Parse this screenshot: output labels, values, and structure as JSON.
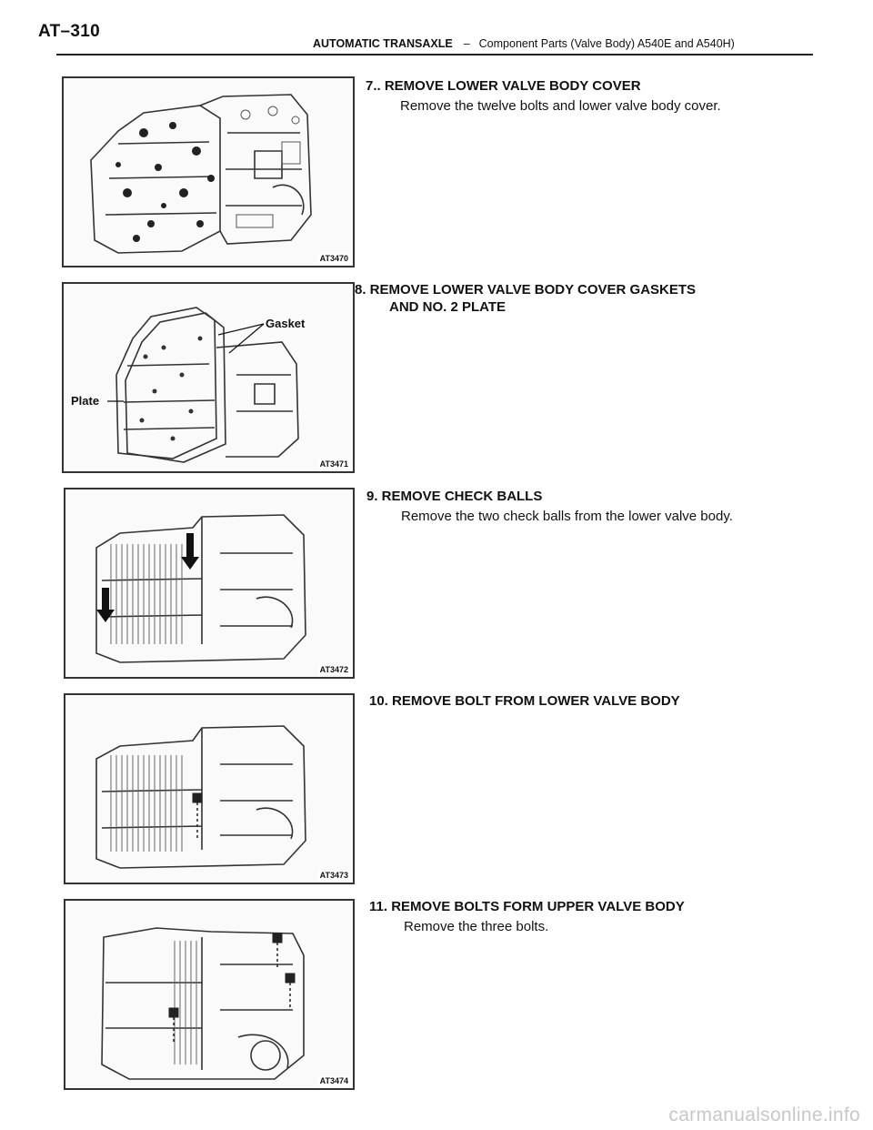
{
  "header": {
    "page_number": "AT–310",
    "section": "AUTOMATIC TRANSAXLE",
    "separator": "–",
    "subsection": "Component Parts (Valve Body) A540E and A540H)"
  },
  "steps": [
    {
      "heading": "7.. REMOVE LOWER VALVE BODY COVER",
      "instruction": "Remove the twelve bolts and lower valve body cover.",
      "figure_code": "AT3470"
    },
    {
      "heading": "8. REMOVE LOWER VALVE BODY COVER GASKETS",
      "heading_line2": "AND NO. 2 PLATE",
      "figure_code": "AT3471",
      "callouts": {
        "gasket": "Gasket",
        "plate": "Plate"
      }
    },
    {
      "heading": "9. REMOVE CHECK BALLS",
      "instruction": "Remove the two check balls from the lower valve body.",
      "figure_code": "AT3472"
    },
    {
      "heading": "10. REMOVE BOLT FROM LOWER VALVE BODY",
      "figure_code": "AT3473"
    },
    {
      "heading": "11. REMOVE BOLTS FORM UPPER VALVE BODY",
      "instruction": "Remove the three bolts.",
      "figure_code": "AT3474"
    }
  ],
  "watermark": "carmanualsonline.info"
}
